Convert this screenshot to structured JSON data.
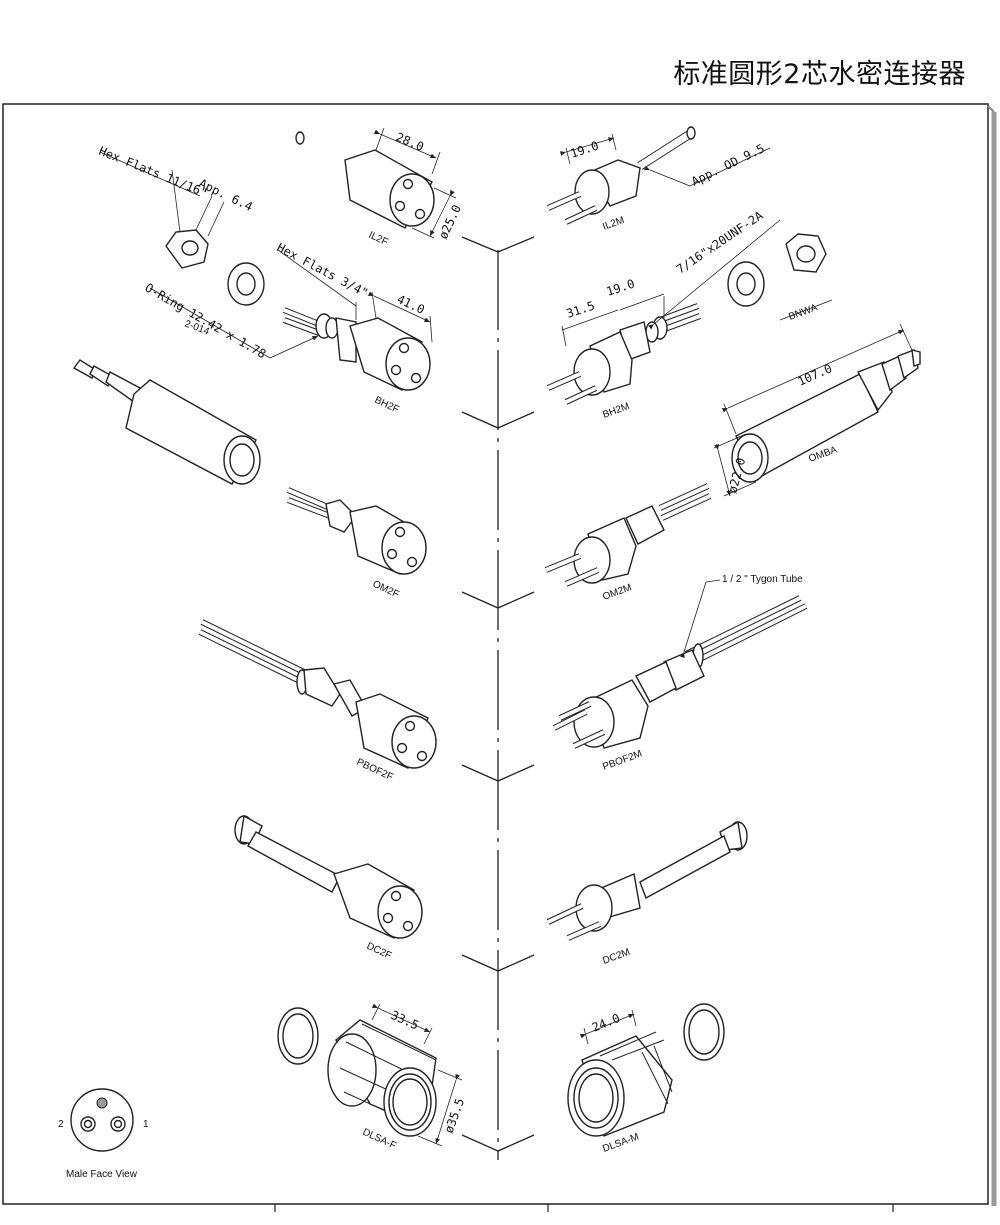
{
  "title": "标准圆形2芯水密连接器",
  "connectors": {
    "il2f": "IL2F",
    "il2m": "IL2M",
    "bh2f": "BH2F",
    "bh2m": "BH2M",
    "om2f": "OM2F",
    "om2m": "OM2M",
    "omba": "OMBA",
    "bnwa": "BNWA",
    "pbof2f": "PBOF2F",
    "pbof2m": "PBOF2M",
    "dc2f": "DC2F",
    "dc2m": "DC2M",
    "dlsaf": "DLSA-F",
    "dlsam": "DLSA-M"
  },
  "dimensions": {
    "il2f_len": "28.0",
    "il2f_dia": "ø25.0",
    "il2m_len": "19.0",
    "il2m_od": "App. OD 9.5",
    "hex_flats_nut": "Hex Flats 11/16\"",
    "app_64": "App. 6.4",
    "hex_flats_bh": "Hex Flats 3/4\"",
    "bh2f_len": "41.0",
    "oring": "O-Ring 12.42 x 1.78",
    "oring_code": "2-014",
    "bh2m_a": "31.5",
    "bh2m_b": "19.0",
    "thread": "7/16\"x20UNF-2A",
    "omba_len": "107.0",
    "omba_dia": "ø22.0",
    "tygon": "1 / 2 \" Tygon Tube",
    "dlsaf_len": "33.5",
    "dlsaf_dia": "ø35.5",
    "dlsam_len": "24.0"
  },
  "face_view": {
    "label": "Male Face View",
    "pin1": "1",
    "pin2": "2"
  }
}
